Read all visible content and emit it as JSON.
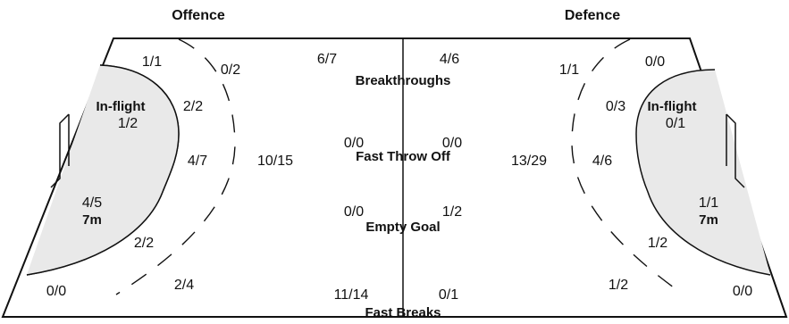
{
  "headers": {
    "offence": "Offence",
    "defence": "Defence"
  },
  "center_labels": {
    "breakthroughs": "Breakthroughs",
    "fast_throw_off": "Fast Throw Off",
    "empty_goal": "Empty Goal",
    "fast_breaks": "Fast Breaks"
  },
  "offence": {
    "left_corner_top": "1/1",
    "wing_top_outer": "0/2",
    "in_flight_label": "In-flight",
    "in_flight": "1/2",
    "back_top": "2/2",
    "center_back": "4/7",
    "nine_m": "10/15",
    "seven_m_value": "4/5",
    "seven_m_label": "7m",
    "back_bottom": "2/2",
    "left_corner_bottom": "0/0",
    "wing_bottom_outer": "2/4",
    "breakthroughs": "6/7",
    "fast_throw_off": "0/0",
    "empty_goal": "0/0",
    "fast_breaks": "11/14"
  },
  "defence": {
    "breakthroughs": "4/6",
    "fast_throw_off": "0/0",
    "empty_goal": "1/2",
    "fast_breaks": "0/1",
    "wing_top_outer": "1/1",
    "right_corner_top": "0/0",
    "back_top": "0/3",
    "in_flight_label": "In-flight",
    "in_flight": "0/1",
    "nine_m": "13/29",
    "center_back": "4/6",
    "seven_m_value": "1/1",
    "seven_m_label": "7m",
    "back_bottom": "1/2",
    "wing_bottom_outer": "1/2",
    "right_corner_bottom": "0/0"
  }
}
